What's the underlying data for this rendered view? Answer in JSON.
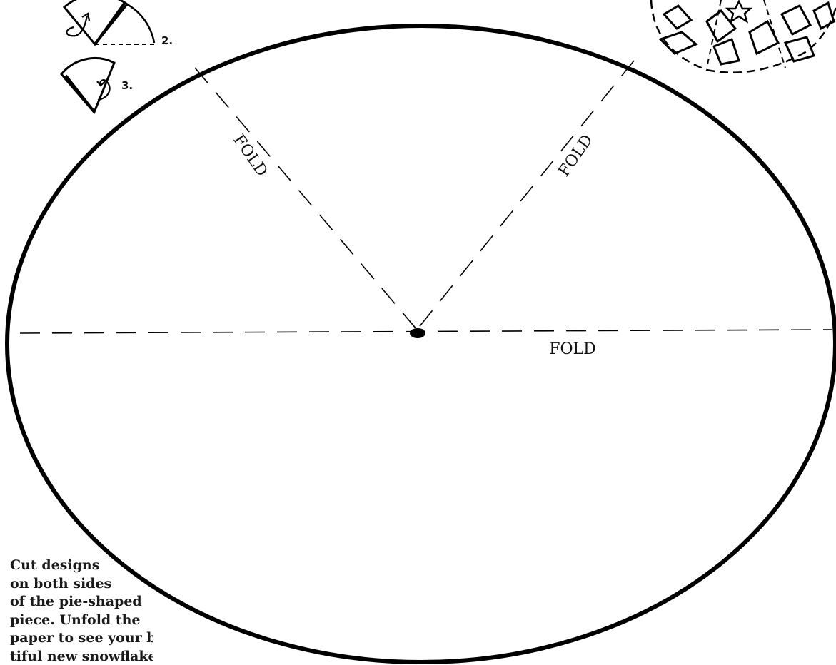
{
  "diagram": {
    "step_labels": [
      "2.",
      "3."
    ],
    "fold_labels": {
      "left": "FOLD",
      "right": "FOLD",
      "horizontal": "FOLD"
    },
    "instructions": [
      "Cut designs",
      "on both sides",
      "of the pie-shaped",
      "piece. Unfold the",
      "paper to see your beau-",
      "tiful new snowflake."
    ]
  }
}
